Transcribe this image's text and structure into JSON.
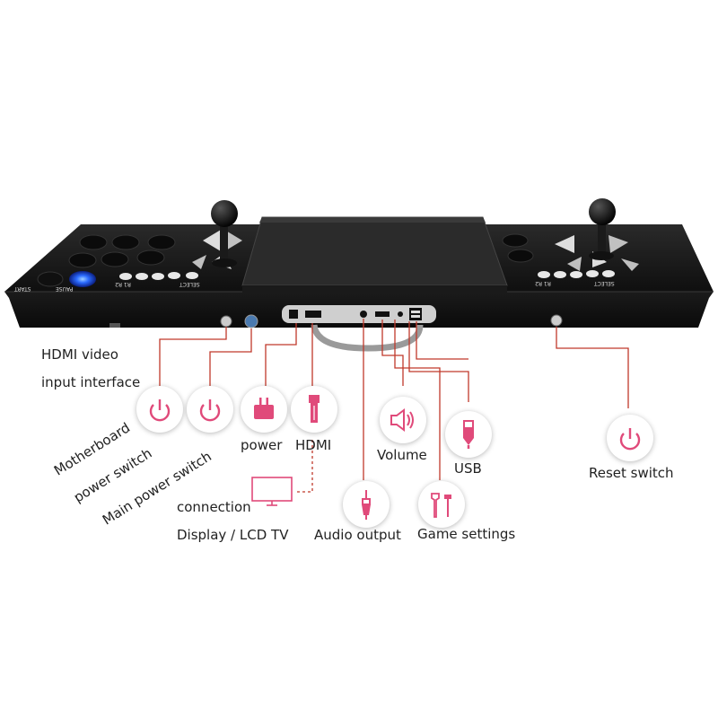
{
  "image": {
    "description_labels": {
      "hdmi_input_line1": "HDMI video",
      "hdmi_input_line2": "input interface",
      "motherboard_line1": "Motherboard",
      "motherboard_line2": "power switch",
      "main_power": "Main power switch",
      "power": "power",
      "hdmi": "HDMI",
      "connection_line1": "connection",
      "connection_line2": "Display / LCD TV",
      "volume": "Volume",
      "usb": "USB",
      "reset": "Reset switch",
      "audio": "Audio output",
      "game_settings": "Game settings"
    },
    "panel_text": {
      "left_select": "SELECT",
      "left_r": "R1 R2",
      "left_pause": "PAUSE",
      "left_start": "START",
      "right_select": "SELECT",
      "right_r": "R1 R2"
    },
    "colors": {
      "accent": "#e04a7a",
      "line": "#c0392b",
      "console": "#141414",
      "glow": "#2b6bff"
    },
    "icons": [
      "power-icon",
      "power-icon",
      "plug-icon",
      "hdmi-icon",
      "monitor-icon",
      "speaker-icon",
      "usb-icon",
      "power-icon",
      "audio-jack-icon",
      "tools-icon"
    ]
  }
}
